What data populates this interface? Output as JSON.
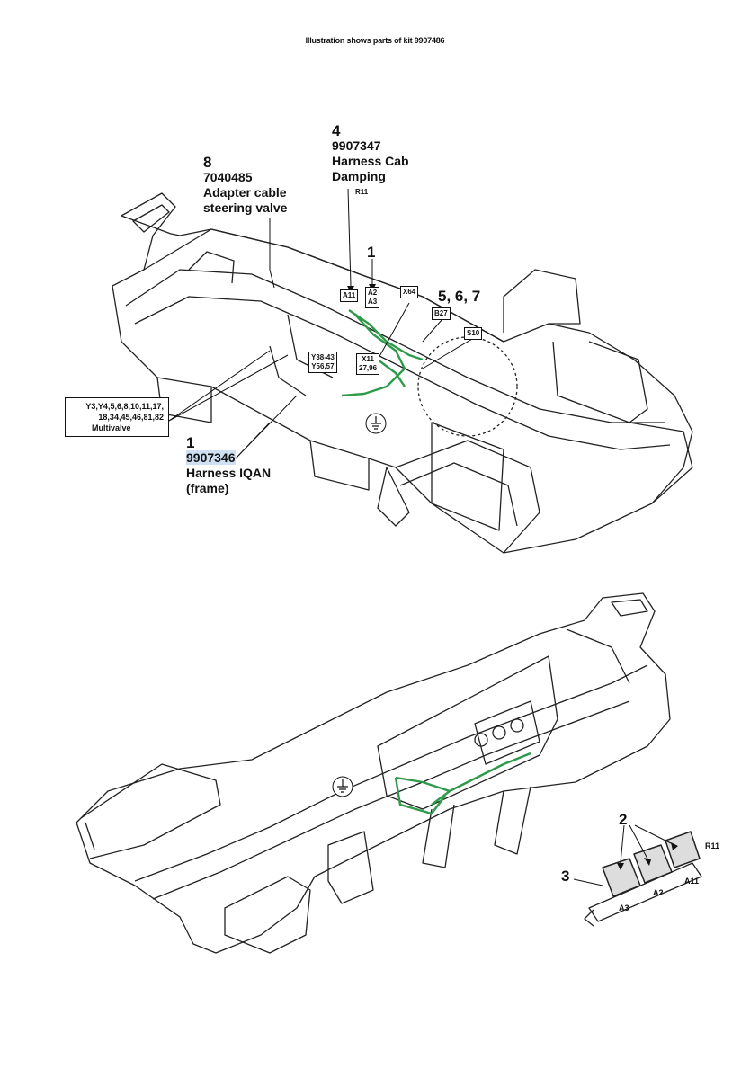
{
  "title": "Illustration shows parts of kit 9907486",
  "callouts": {
    "c8": {
      "num": "8",
      "part": "7040485",
      "line1": "Adapter cable",
      "line2": "steering valve"
    },
    "c4": {
      "num": "4",
      "part": "9907347",
      "line1": "Harness Cab",
      "line2": "Damping",
      "sub": "R11"
    },
    "c1top": {
      "num": "1"
    },
    "c567": {
      "num": "5, 6, 7"
    },
    "c1": {
      "num": "1",
      "part": "9907346",
      "line1": "Harness IQAN",
      "line2": "(frame)"
    },
    "c2": {
      "num": "2"
    },
    "c3": {
      "num": "3"
    }
  },
  "tags": {
    "a11": "A11",
    "a2a3": "A2\nA3",
    "x64": "X64",
    "b27": "B27",
    "s10": "S10",
    "y38": "Y38-43\nY56,57",
    "x11": "X11\n27,96"
  },
  "multivalve": {
    "line1": "Y3,Y4,5,6,8,10,11,17,",
    "line2": "18,34,45,46,81,82",
    "line3": "Multivalve"
  },
  "detail_labels": {
    "r11": "R11",
    "a11": "A11",
    "a2": "A2",
    "a3": "A3"
  },
  "colors": {
    "harness": "#2e9a4a",
    "line": "#222222"
  },
  "icons": [
    "ground-symbol-icon"
  ]
}
